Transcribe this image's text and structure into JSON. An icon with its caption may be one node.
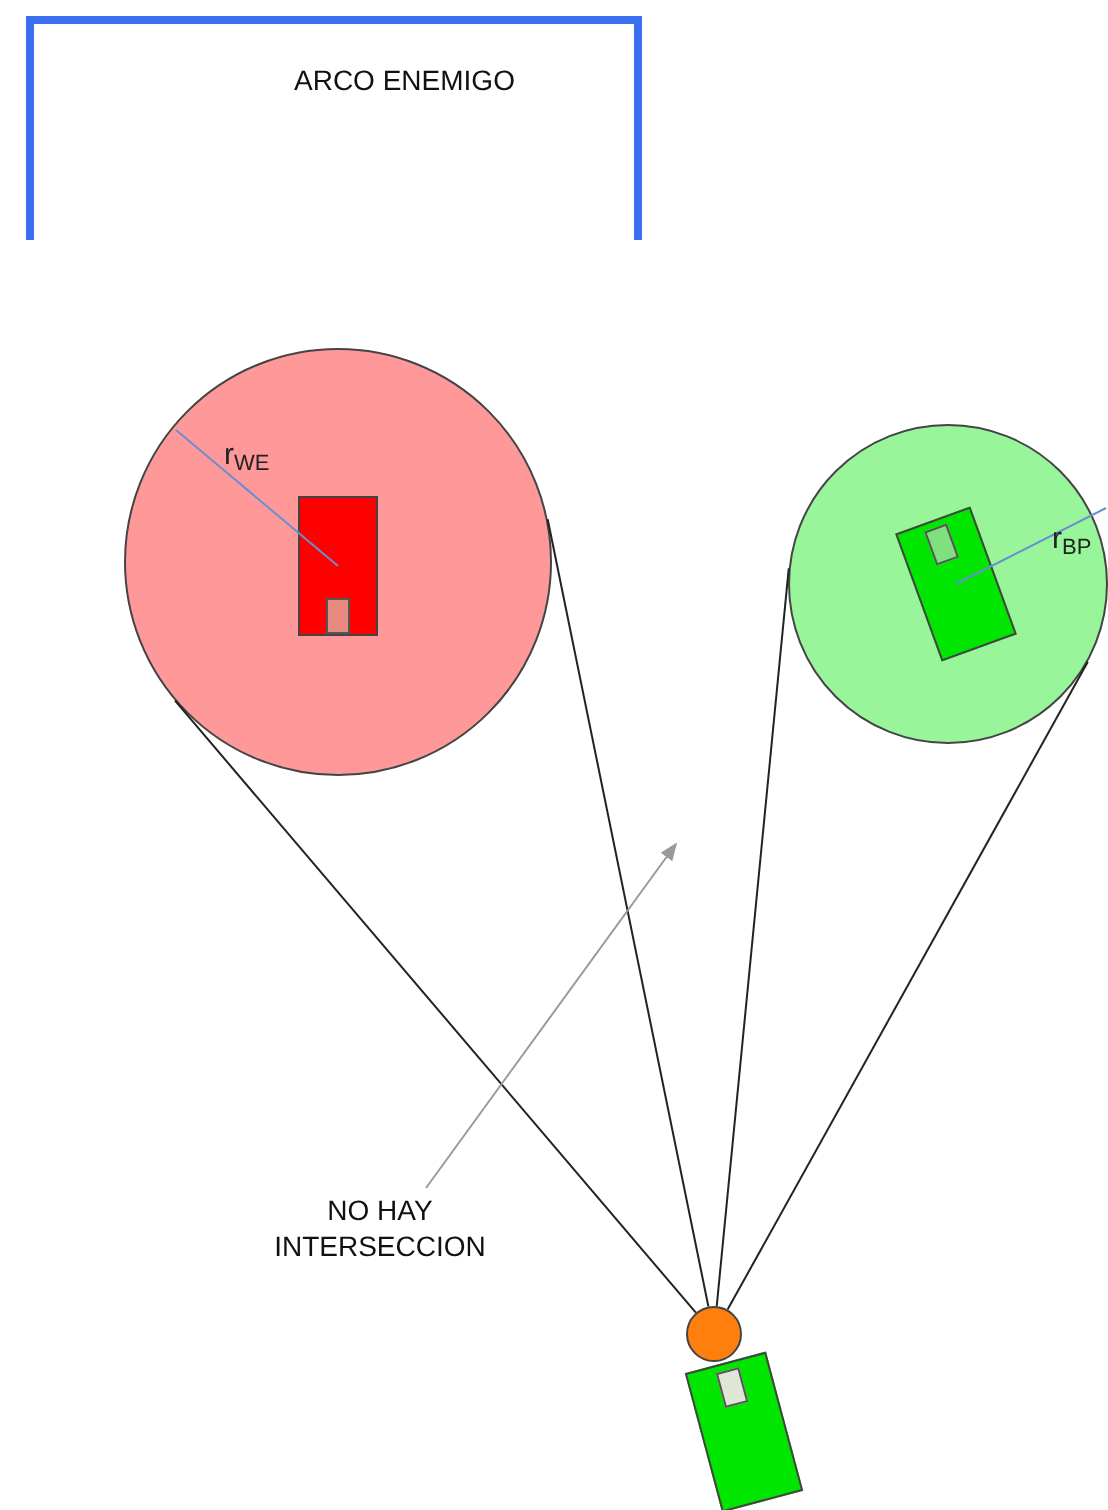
{
  "diagram": {
    "nodes": [
      {
        "text": [
          "ARCO ENEMIGO"
        ]
      },
      {
        "text": [],
        "shape": "circle"
      },
      {
        "text": [],
        "shape": "box",
        "in": 1
      },
      {
        "text": [],
        "shape": "circle"
      },
      {
        "text": [],
        "shape": "box",
        "in": 3
      },
      {
        "text": [],
        "shape": "circle"
      },
      {
        "text": [],
        "shape": "box"
      },
      {
        "text": [
          "NO HAY INTERSECCION"
        ]
      }
    ],
    "edges": [
      {
        "from": 5,
        "to": 1,
        "arrow": "none"
      },
      {
        "from": 5,
        "to": 1,
        "arrow": "none"
      },
      {
        "from": 5,
        "to": 3,
        "arrow": "none"
      },
      {
        "from": 5,
        "to": 3,
        "arrow": "none"
      },
      {
        "from": 7,
        "to": null,
        "arrow": "to",
        "color": "#9a9a9a"
      }
    ],
    "labels": [
      "r$_{WE}$",
      "r$_{BP}$"
    ]
  }
}
